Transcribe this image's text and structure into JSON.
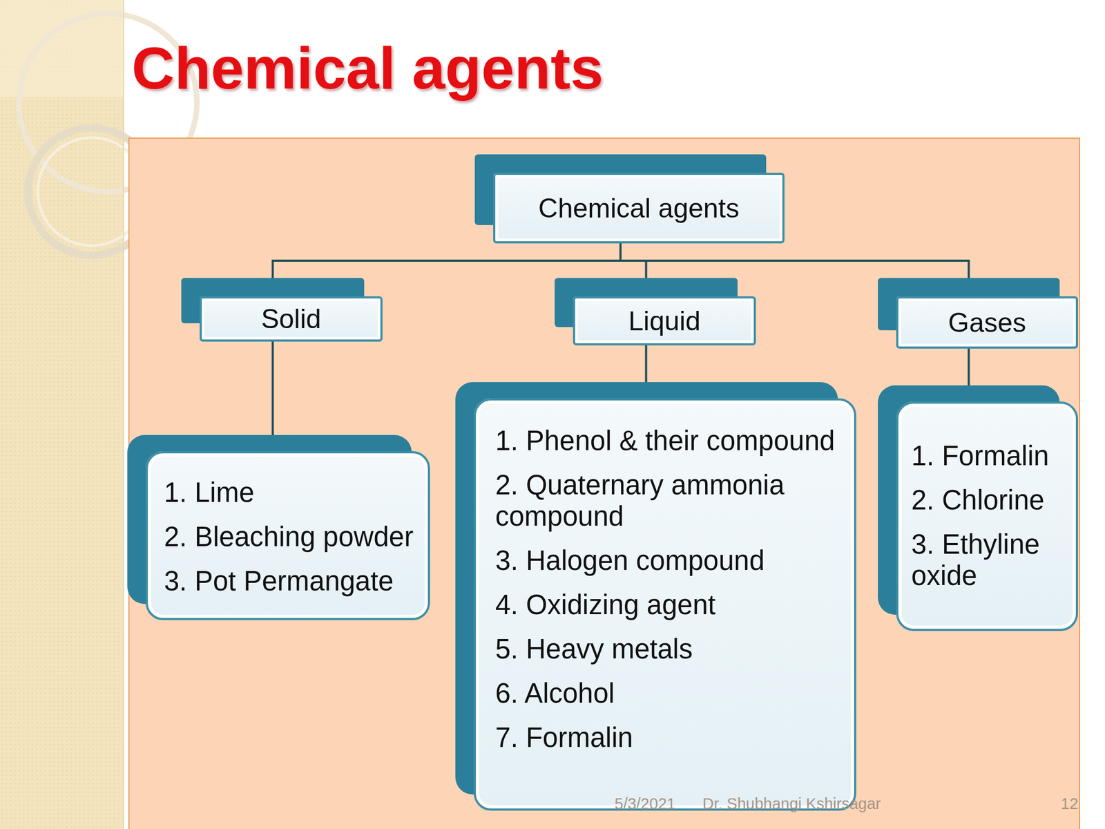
{
  "diagram": {
    "title": "Chemical agents",
    "nodes": [
      {
        "text": [
          "Chemical agents"
        ]
      },
      {
        "text": [
          "Solid"
        ]
      },
      {
        "text": [
          "Liquid"
        ]
      },
      {
        "text": [
          "Gases"
        ]
      },
      {
        "text": [
          "1. Lime",
          "2. Bleaching powder",
          "3. Pot Permangate"
        ]
      },
      {
        "text": [
          "1. Phenol & their compound",
          "2. Quaternary ammonia compound",
          "3. Halogen compound",
          "4. Oxidizing agent",
          "5. Heavy metals",
          "6. Alcohol",
          "7. Formalin"
        ]
      },
      {
        "text": [
          "1. Formalin",
          "2. Chlorine",
          "3. Ethyline oxide"
        ]
      }
    ],
    "edges": [
      {
        "from": 0,
        "to": 1,
        "arrow": "none"
      },
      {
        "from": 0,
        "to": 2,
        "arrow": "none"
      },
      {
        "from": 0,
        "to": 3,
        "arrow": "none"
      },
      {
        "from": 1,
        "to": 4,
        "arrow": "none"
      },
      {
        "from": 2,
        "to": 5,
        "arrow": "none"
      },
      {
        "from": 3,
        "to": 6,
        "arrow": "none"
      }
    ],
    "labels": [
      "5/3/2021",
      "Dr. Shubhangi Kshirsagar",
      "12"
    ]
  }
}
